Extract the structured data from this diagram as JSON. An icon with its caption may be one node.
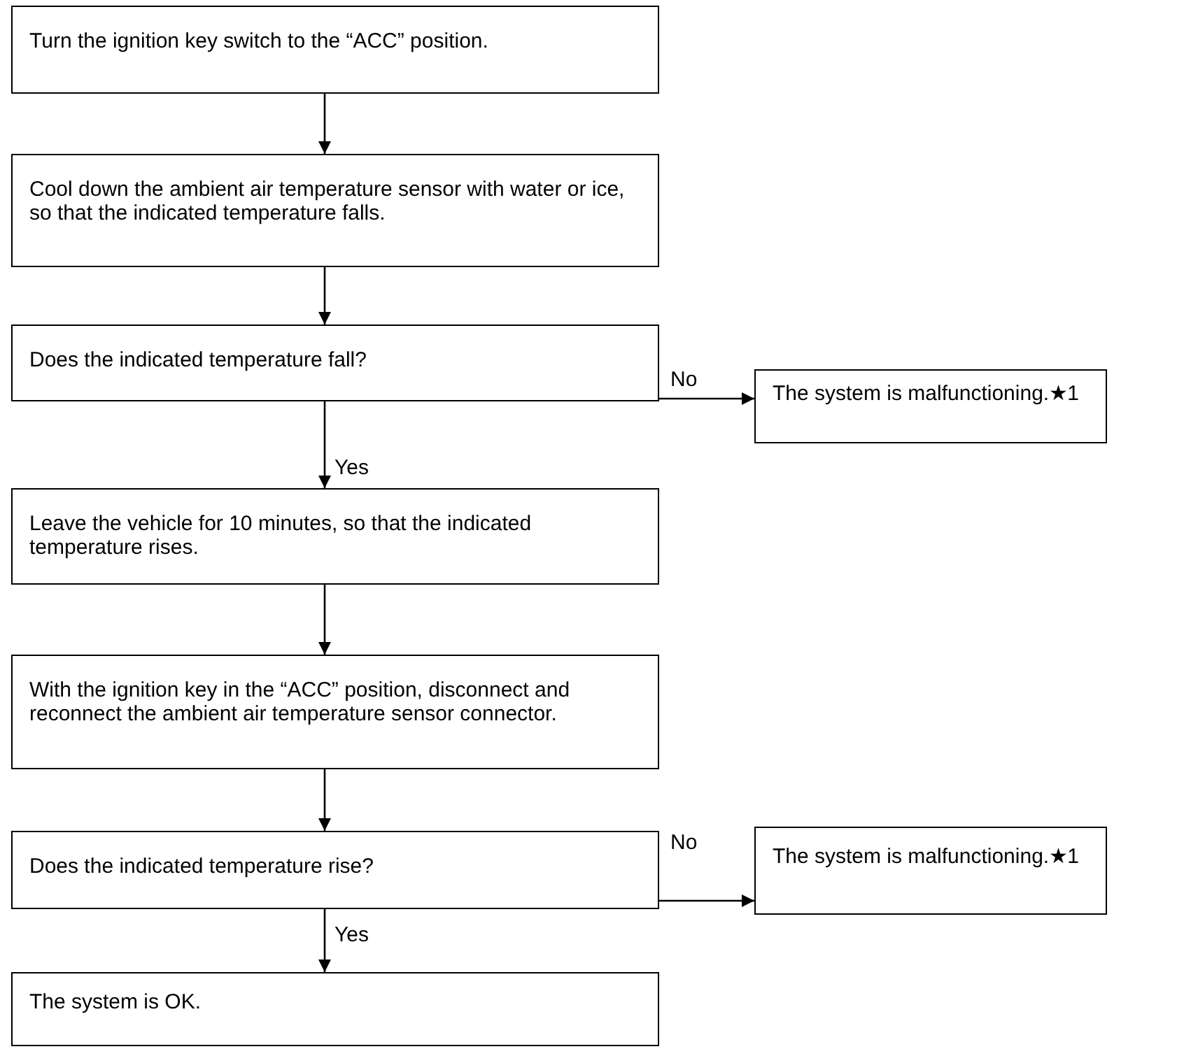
{
  "diagram": {
    "nodes": [
      {
        "text": [
          "Turn the ignition key switch to the “ACC” position."
        ]
      },
      {
        "text": [
          "Cool down the ambient air temperature sensor with water or ice, so that the indicated temperature falls."
        ]
      },
      {
        "text": [
          "Does the indicated temperature fall?"
        ]
      },
      {
        "text": [
          "The system is malfunctioning.★1"
        ]
      },
      {
        "text": [
          "Leave the vehicle for 10 minutes, so that the indicated temperature rises."
        ]
      },
      {
        "text": [
          "With the ignition key in the “ACC” position, disconnect and reconnect the ambient air temperature sensor connector."
        ]
      },
      {
        "text": [
          "Does the indicated temperature rise?"
        ]
      },
      {
        "text": [
          "The system is malfunctioning.★1"
        ]
      },
      {
        "text": [
          "The system is OK."
        ]
      }
    ],
    "edges": [
      {
        "from": 0,
        "to": 1,
        "arrow": "to"
      },
      {
        "from": 1,
        "to": 2,
        "arrow": "to"
      },
      {
        "from": 2,
        "to": 3,
        "arrow": "to",
        "label": "No"
      },
      {
        "from": 2,
        "to": 4,
        "arrow": "to",
        "label": "Yes"
      },
      {
        "from": 4,
        "to": 5,
        "arrow": "to"
      },
      {
        "from": 5,
        "to": 6,
        "arrow": "to"
      },
      {
        "from": 6,
        "to": 7,
        "arrow": "to",
        "label": "No"
      },
      {
        "from": 6,
        "to": 8,
        "arrow": "to",
        "label": "Yes"
      }
    ]
  }
}
